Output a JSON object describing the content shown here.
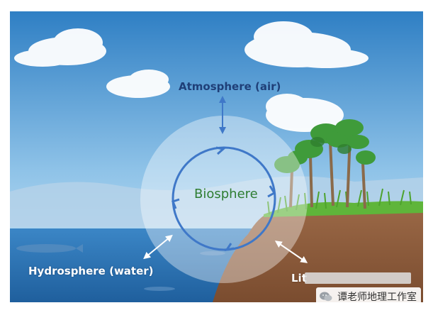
{
  "labels": {
    "atmosphere": "Atmosphere (air)",
    "biosphere": "Biosphere",
    "hydrosphere": "Hydrosphere (water)",
    "lithosphere_partial": "Lit"
  },
  "watermark": {
    "text": "谭老师地理工作室",
    "icon": "wechat-icon"
  },
  "colors": {
    "sky_top": "#2f7fc4",
    "sky_bottom": "#cfe6f6",
    "water": "#2e73b5",
    "soil": "#8a5a3b",
    "grass": "#5fb53a",
    "arrow_blue": "#3f78c8",
    "bio_text": "#2e7d32",
    "atm_text": "#1f3f78"
  }
}
